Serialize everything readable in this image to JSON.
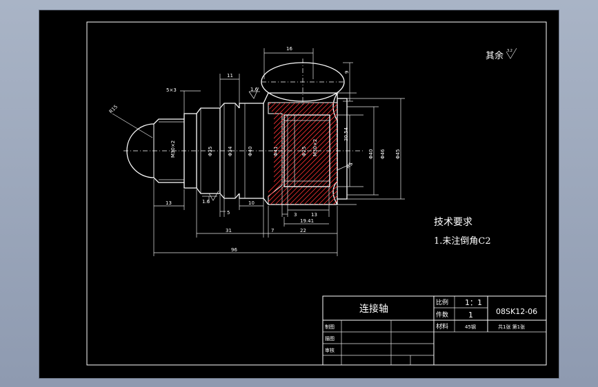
{
  "drawing": {
    "title": "连接轴",
    "code": "08SK12-06",
    "scale_label": "比例",
    "scale_value": "1：1",
    "qty_label": "件数",
    "qty_value": "1",
    "material_label": "材料",
    "material_value": "45钢",
    "sheets": "共1张 第1张",
    "drawn_label": "制图",
    "traced_label": "描图",
    "checked_label": "审核"
  },
  "roughness_note": {
    "text": "其余",
    "value": "3.2"
  },
  "tech_requirements": {
    "heading": "技术要求",
    "item1": "1.未注倒角C2"
  },
  "dimensions": {
    "d16": "16",
    "d9": "9",
    "d11": "11",
    "d5x3": "5×3",
    "d16r": "1.6",
    "r15": "R15",
    "m30x2": "M30×2",
    "phi35": "Φ35",
    "phi34": "Φ34",
    "phi40": "Φ40",
    "phi41": "Φ41",
    "phi25": "Φ25",
    "m30x2b": "M30×2",
    "d3054": "30.54",
    "phi40b": "Φ40",
    "phi46": "Φ46",
    "phi45": "Φ45",
    "r5": "R5",
    "d13": "13",
    "d10": "10",
    "d5": "5",
    "d31": "31",
    "d7": "7",
    "d3": "3",
    "d13b": "13",
    "d1941": "19.41",
    "d22": "22",
    "d96": "96",
    "r16b": "1.6"
  }
}
